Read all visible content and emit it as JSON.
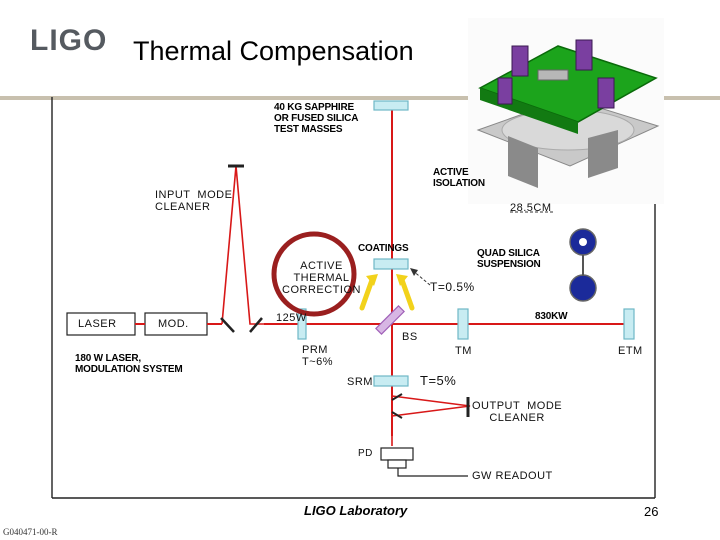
{
  "header": {
    "logo": "LIGO",
    "title": "Thermal Compensation",
    "title_partial_hidden": "s"
  },
  "labels": {
    "test_masses": "40 KG SAPPHIRE\nOR FUSED SILICA\nTEST MASSES",
    "active_isolation": "ACTIVE\nISOLATION",
    "input_mode_cleaner": "INPUT  MODE\nCLEANER",
    "coatings": "COATINGS",
    "active_thermal_correction": "ACTIVE\nTHERMAL\nCORRECTION",
    "quad_silica_suspension": "QUAD SILICA\nSUSPENSION",
    "diameter": "28.5CM",
    "t_05": "T=0.5%",
    "laser": "LASER",
    "mod": "MOD.",
    "power_125w": "125W",
    "power_830kw": "830KW",
    "bs": "BS",
    "prm": "PRM\nT~6%",
    "tm": "TM",
    "etm": "ETM",
    "laser_system": "180 W LASER,\nMODULATION SYSTEM",
    "srm": "SRM",
    "t_5": "T=5%",
    "output_mode_cleaner": "OUTPUT  MODE\nCLEANER",
    "pd": "PD",
    "gw_readout": "GW  READOUT"
  },
  "footer": {
    "lab": "LIGO Laboratory",
    "page": "26",
    "code": "G040471-00-R"
  },
  "colors": {
    "beam": "#d81818",
    "optic_fill": "#c8ecf2",
    "optic_stroke": "#6fb8c6",
    "highlight_ring": "#9a1f1f",
    "arrow_yellow": "#f2d21b",
    "bs_purple": "#a060b8"
  }
}
